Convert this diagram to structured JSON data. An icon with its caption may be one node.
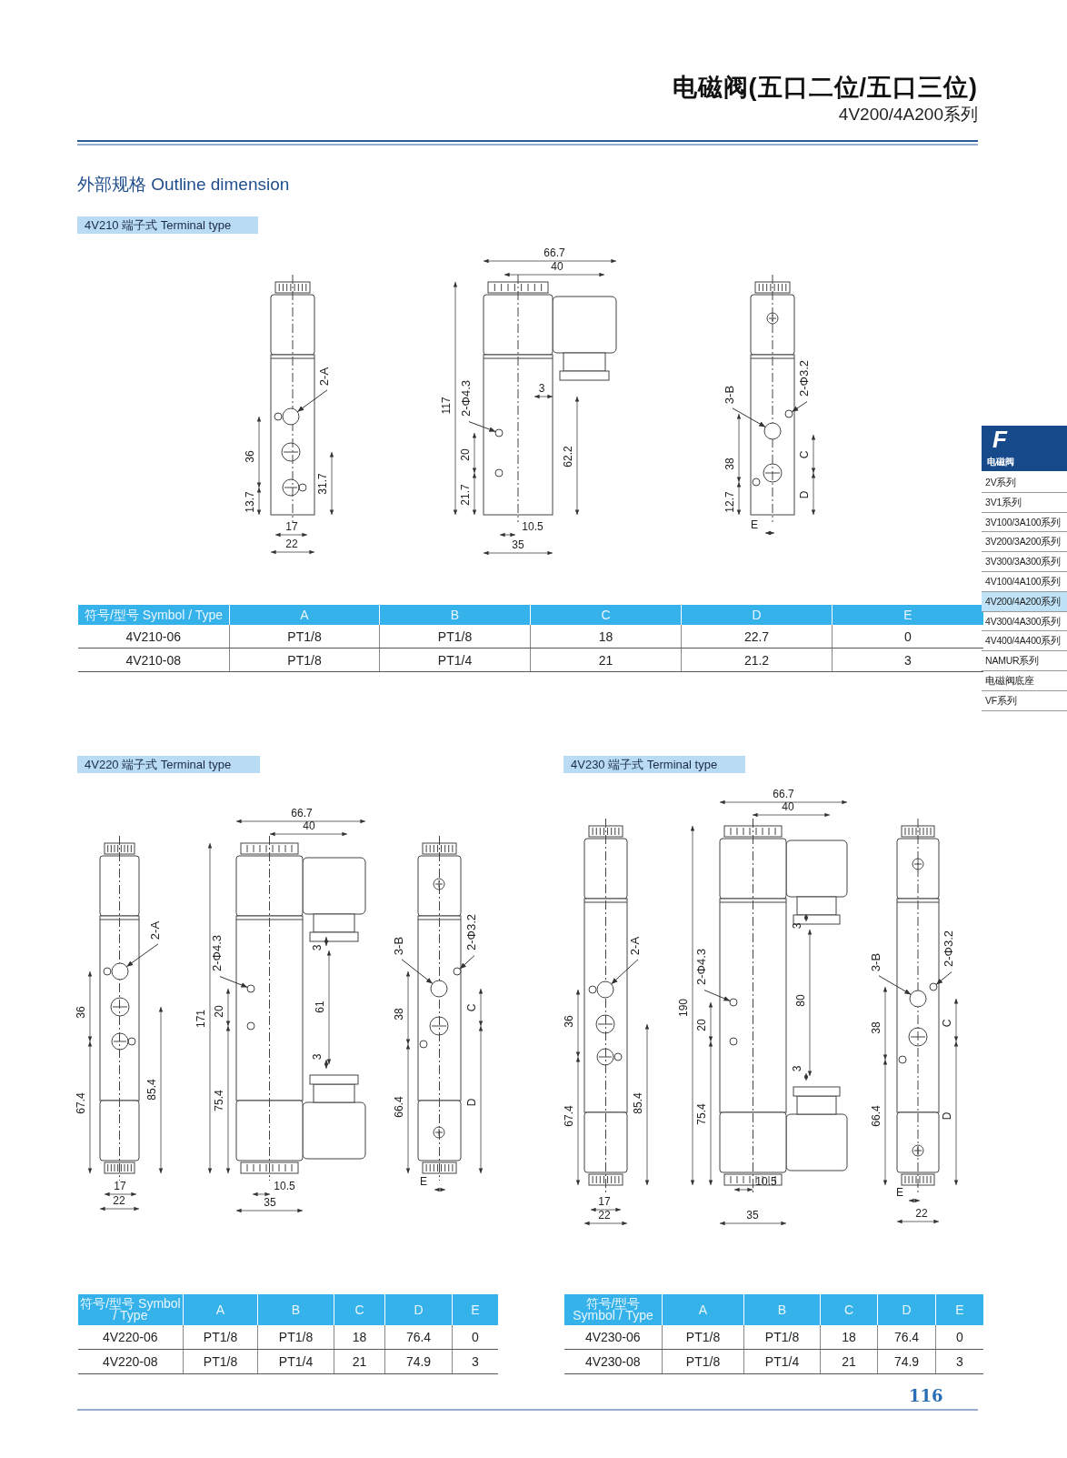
{
  "diagram": {
    "title": "电磁阀(五口二位/五口三位)",
    "nodes": [
      {
        "text": [
          "2-A"
        ]
      },
      {
        "text": [],
        "shape": "circle"
      },
      {
        "text": [
          "2-Φ4.3"
        ]
      },
      {
        "text": [],
        "shape": "circle"
      },
      {
        "text": [
          "3-B"
        ]
      },
      {
        "text": [],
        "shape": "circle"
      },
      {
        "text": [
          "2-Φ3.2"
        ]
      },
      {
        "text": [],
        "shape": "circle"
      },
      {
        "text": [
          "2-A"
        ]
      },
      {
        "text": [],
        "shape": "circle"
      },
      {
        "text": [
          "2-Φ4.3"
        ]
      },
      {
        "text": [],
        "shape": "circle"
      },
      {
        "text": [
          "3-B"
        ]
      },
      {
        "text": [],
        "shape": "circle"
      },
      {
        "text": [
          "2-Φ3.2"
        ]
      },
      {
        "text": [],
        "shape": "circle"
      },
      {
        "text": [
          "2-A"
        ]
      },
      {
        "text": [],
        "shape": "circle"
      },
      {
        "text": [
          "2-Φ4.3"
        ]
      },
      {
        "text": [],
        "shape": "circle"
      },
      {
        "text": [
          "3-B"
        ]
      },
      {
        "text": [],
        "shape": "circle"
      },
      {
        "text": [
          "2-Φ3.2"
        ]
      },
      {
        "text": [],
        "shape": "circle"
      }
    ],
    "edges": [
      {
        "from": 0,
        "to": 1,
        "arrow": "to"
      },
      {
        "from": 2,
        "to": 3,
        "arrow": "to"
      },
      {
        "from": 4,
        "to": 5,
        "arrow": "to"
      },
      {
        "from": 6,
        "to": 7,
        "arrow": "to"
      },
      {
        "from": 8,
        "to": 9,
        "arrow": "to"
      },
      {
        "from": 10,
        "to": 11,
        "arrow": "to"
      },
      {
        "from": 12,
        "to": 13,
        "arrow": "to"
      },
      {
        "from": 14,
        "to": 15,
        "arrow": "to"
      },
      {
        "from": 16,
        "to": 17,
        "arrow": "to"
      },
      {
        "from": 18,
        "to": 19,
        "arrow": "to"
      },
      {
        "from": 20,
        "to": 21,
        "arrow": "to"
      },
      {
        "from": 22,
        "to": 23,
        "arrow": "to"
      }
    ],
    "labels": [
      "4V200/4A200系列",
      "外部规格 Outline dimension",
      "4V210 端子式 Terminal type",
      "36",
      "13.7",
      "31.7",
      "17",
      "22",
      "66.7",
      "40",
      "117",
      "3",
      "62.2",
      "20",
      "21.7",
      "10.5",
      "35",
      "38",
      "12.7",
      "C",
      "D",
      "E",
      "符号/型号 Symbol / Type",
      "A",
      "B",
      "C",
      "D",
      "E",
      "4V210-06",
      "PT1/8",
      "PT1/8",
      "18",
      "22.7",
      "0",
      "4V210-08",
      "PT1/8",
      "PT1/4",
      "21",
      "21.2",
      "3",
      "4V220 端子式 Terminal type",
      "4V230 端子式 Terminal type",
      "36",
      "67.4",
      "85.4",
      "17",
      "22",
      "66.7",
      "40",
      "171",
      "3",
      "20",
      "61",
      "3",
      "75.4",
      "10.5",
      "35",
      "38",
      "C",
      "66.4",
      "D",
      "E",
      "36",
      "67.4",
      "85.4",
      "17",
      "22",
      "66.7",
      "40",
      "190",
      "3",
      "80",
      "20",
      "3",
      "75.4",
      "10.5",
      "35",
      "38",
      "C",
      "66.4",
      "D",
      "E",
      "22",
      "符号/型号 Symbol / Type",
      "A",
      "B",
      "C",
      "D",
      "E",
      "4V220-06",
      "PT1/8",
      "PT1/8",
      "18",
      "76.4",
      "0",
      "4V220-08",
      "PT1/8",
      "PT1/4",
      "21",
      "74.9",
      "3",
      "符号/型号 Symbol / Type",
      "A",
      "B",
      "C",
      "D",
      "E",
      "4V230-06",
      "PT1/8",
      "PT1/8",
      "18",
      "76.4",
      "0",
      "4V230-08",
      "PT1/8",
      "PT1/4",
      "21",
      "74.9",
      "3",
      "116",
      "F",
      "电磁阀",
      "2V系列",
      "3V1系列",
      "3V100/3A100系列",
      "3V200/3A200系列",
      "3V300/3A300系列",
      "4V100/4A100系列",
      "4V200/4A200系列",
      "4V300/4A300系列",
      "4V400/4A400系列",
      "NAMUR系列",
      "电磁阀底座",
      "VF系列"
    ]
  }
}
